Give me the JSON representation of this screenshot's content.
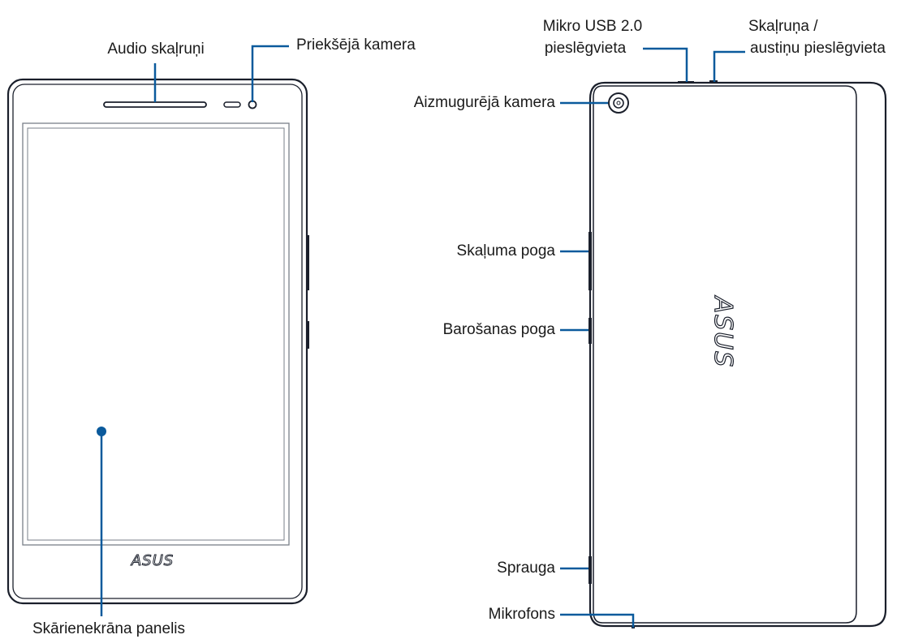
{
  "labels": {
    "audio_speakers": "Audio skaļruņi",
    "front_camera": "Priekšējā kamera",
    "touch_panel": "Skārienekrāna panelis",
    "micro_usb_line1": "Mikro USB 2.0",
    "micro_usb_line2": "pieslēgvieta",
    "speaker_jack_line1": "Skaļruņa /",
    "speaker_jack_line2": "austiņu pieslēgvieta",
    "rear_camera": "Aizmugurējā kamera",
    "volume_button": "Skaļuma poga",
    "power_button": "Barošanas poga",
    "slot": "Sprauga",
    "microphone": "Mikrofons"
  },
  "logo_text": "ASUS",
  "colors": {
    "callout": "#0a5a9c",
    "device_outline": "#1a1f2b",
    "text": "#1a1a1a"
  }
}
